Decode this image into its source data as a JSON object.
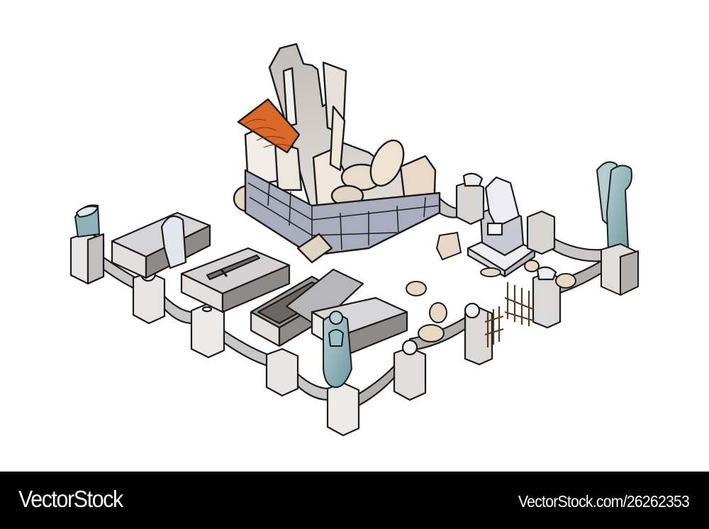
{
  "illustration": {
    "subject": "Isometric ruined cemetery",
    "elements": [
      "ruined-chapel",
      "orange-tiled-roof",
      "stone-sarcophagi",
      "weeping-angel-statue",
      "winged-angel-statue",
      "obelisk-monument",
      "stone-fence",
      "wooden-gate",
      "rubble-stones"
    ],
    "colors": {
      "outline": "#1a1a1a",
      "stone_light": "#ecebea",
      "stone_mid": "#c9c7c8",
      "stone_dark": "#8e8a88",
      "stone_blue": "#a9adbd",
      "roof_orange": "#d8692a",
      "roof_dark": "#b24a18",
      "statue_teal": "#7fa7ae",
      "rubble_beige": "#e6d8c4",
      "wood_brown": "#8a5a38"
    }
  },
  "watermark": {
    "brand": "VectorStock",
    "url": "VectorStock.com/26262353"
  }
}
